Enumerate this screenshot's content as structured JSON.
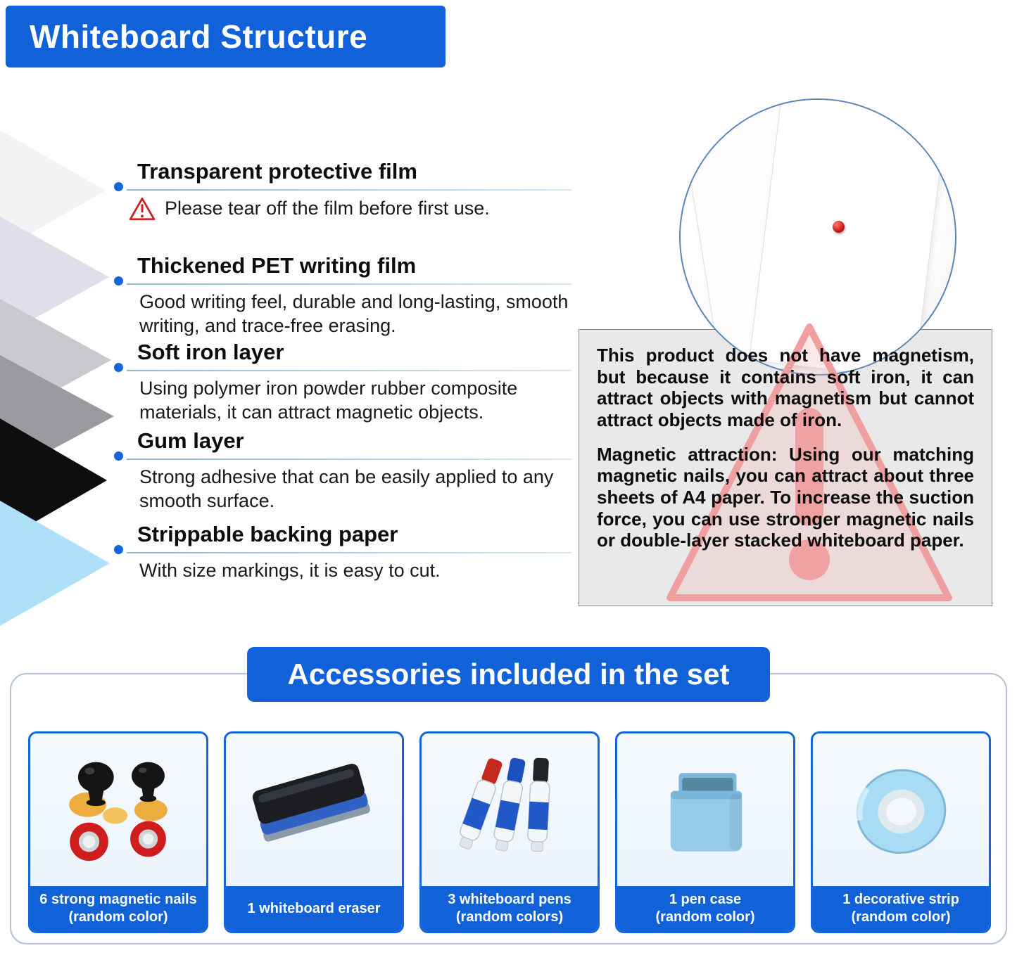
{
  "header": {
    "title": "Whiteboard Structure"
  },
  "layers": [
    {
      "title": "Transparent protective film",
      "description": "Please tear off the film before first use.",
      "icon": "warning-triangle-icon"
    },
    {
      "title": "Thickened PET writing film",
      "description": "Good writing feel, durable and long-lasting, smooth writing, and trace-free erasing."
    },
    {
      "title": "Soft iron layer",
      "description": "Using polymer iron powder rubber composite materials, it can attract magnetic objects."
    },
    {
      "title": "Gum layer",
      "description": "Strong adhesive that can be easily applied to any smooth surface."
    },
    {
      "title": "Strippable backing paper",
      "description": "With size markings, it is easy to cut."
    }
  ],
  "notice": {
    "paragraph1": "This product does not have magnetism, but because it contains soft iron, it can attract objects with magnetism but cannot attract objects made of iron.",
    "paragraph2": "Magnetic attraction: Using our matching magnetic nails, you can attract about three sheets of A4 paper. To increase the suction force, you can use stronger magnetic nails or double-layer stacked whiteboard paper."
  },
  "accessories": {
    "title": "Accessories included in the set",
    "items": [
      {
        "label": "6 strong magnetic nails",
        "sublabel": "(random color)",
        "icon": "magnetic-nails-image"
      },
      {
        "label": "1 whiteboard eraser",
        "sublabel": "",
        "icon": "eraser-image"
      },
      {
        "label": "3 whiteboard pens",
        "sublabel": "(random colors)",
        "icon": "marker-pens-image"
      },
      {
        "label": "1 pen case",
        "sublabel": "(random color)",
        "icon": "pen-case-image"
      },
      {
        "label": "1 decorative strip",
        "sublabel": "(random color)",
        "icon": "tape-roll-image"
      }
    ]
  },
  "colors": {
    "accent_blue": "#1161d9",
    "card_border_blue": "#1565dd",
    "notice_background": "#e9e9e9",
    "warning_red": "#cc2020",
    "watermark_pink": "#ef9f9f",
    "layer_black": "#0d0d0d",
    "layer_light_blue": "#aee1f8"
  }
}
